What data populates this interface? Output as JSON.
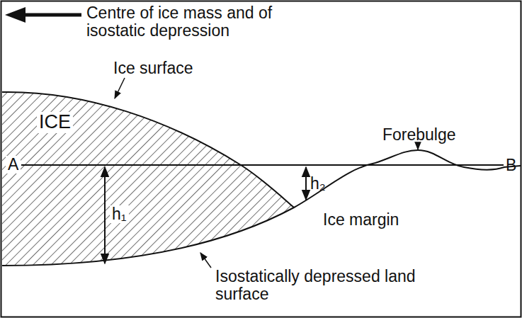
{
  "diagram": {
    "labels": [
      "Centre of ice mass and of isostatic depression",
      "Ice surface",
      "ICE",
      "A",
      "h₁",
      "h₂",
      "Forebulge",
      "B",
      "Ice margin",
      "Isostatically depressed land surface"
    ]
  }
}
